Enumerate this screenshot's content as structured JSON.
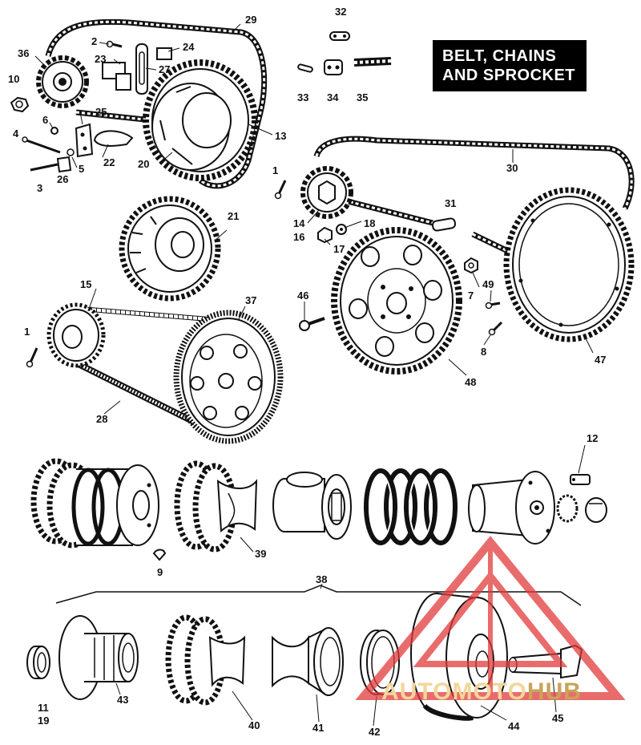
{
  "title": {
    "line1": "BELT, CHAINS",
    "line2": "AND SPROCKET"
  },
  "callouts": [
    {
      "id": "c32",
      "text": "32"
    },
    {
      "id": "c29",
      "text": "29"
    },
    {
      "id": "c2",
      "text": "2"
    },
    {
      "id": "c36",
      "text": "36"
    },
    {
      "id": "c23",
      "text": "23"
    },
    {
      "id": "c24",
      "text": "24"
    },
    {
      "id": "c27",
      "text": "27"
    },
    {
      "id": "c10",
      "text": "10"
    },
    {
      "id": "c33",
      "text": "33"
    },
    {
      "id": "c34",
      "text": "34"
    },
    {
      "id": "c35",
      "text": "35"
    },
    {
      "id": "c25",
      "text": "25"
    },
    {
      "id": "c6",
      "text": "6"
    },
    {
      "id": "c4",
      "text": "4"
    },
    {
      "id": "c13",
      "text": "13"
    },
    {
      "id": "c22",
      "text": "22"
    },
    {
      "id": "c5",
      "text": "5"
    },
    {
      "id": "c20",
      "text": "20"
    },
    {
      "id": "c30",
      "text": "30"
    },
    {
      "id": "c3",
      "text": "3"
    },
    {
      "id": "c26",
      "text": "26"
    },
    {
      "id": "c1a",
      "text": "1"
    },
    {
      "id": "c31",
      "text": "31"
    },
    {
      "id": "c21",
      "text": "21"
    },
    {
      "id": "c14",
      "text": "14"
    },
    {
      "id": "c18",
      "text": "18"
    },
    {
      "id": "c16",
      "text": "16"
    },
    {
      "id": "c17",
      "text": "17"
    },
    {
      "id": "c15",
      "text": "15"
    },
    {
      "id": "c49",
      "text": "49"
    },
    {
      "id": "c37",
      "text": "37"
    },
    {
      "id": "c46",
      "text": "46"
    },
    {
      "id": "c7",
      "text": "7"
    },
    {
      "id": "c1b",
      "text": "1"
    },
    {
      "id": "c8",
      "text": "8"
    },
    {
      "id": "c47",
      "text": "47"
    },
    {
      "id": "c48",
      "text": "48"
    },
    {
      "id": "c28",
      "text": "28"
    },
    {
      "id": "c12",
      "text": "12"
    },
    {
      "id": "c39",
      "text": "39"
    },
    {
      "id": "c9",
      "text": "9"
    },
    {
      "id": "c38",
      "text": "38"
    },
    {
      "id": "c11",
      "text": "11"
    },
    {
      "id": "c19",
      "text": "19"
    },
    {
      "id": "c43",
      "text": "43"
    },
    {
      "id": "c40",
      "text": "40"
    },
    {
      "id": "c41",
      "text": "41"
    },
    {
      "id": "c42",
      "text": "42"
    },
    {
      "id": "c44",
      "text": "44"
    },
    {
      "id": "c45",
      "text": "45"
    }
  ],
  "watermark": {
    "part1": "AUTO",
    "part2": "MOTO",
    "part3": "HUB",
    "color_red": "#e23b3b",
    "color_gold": "#f3d79a"
  }
}
